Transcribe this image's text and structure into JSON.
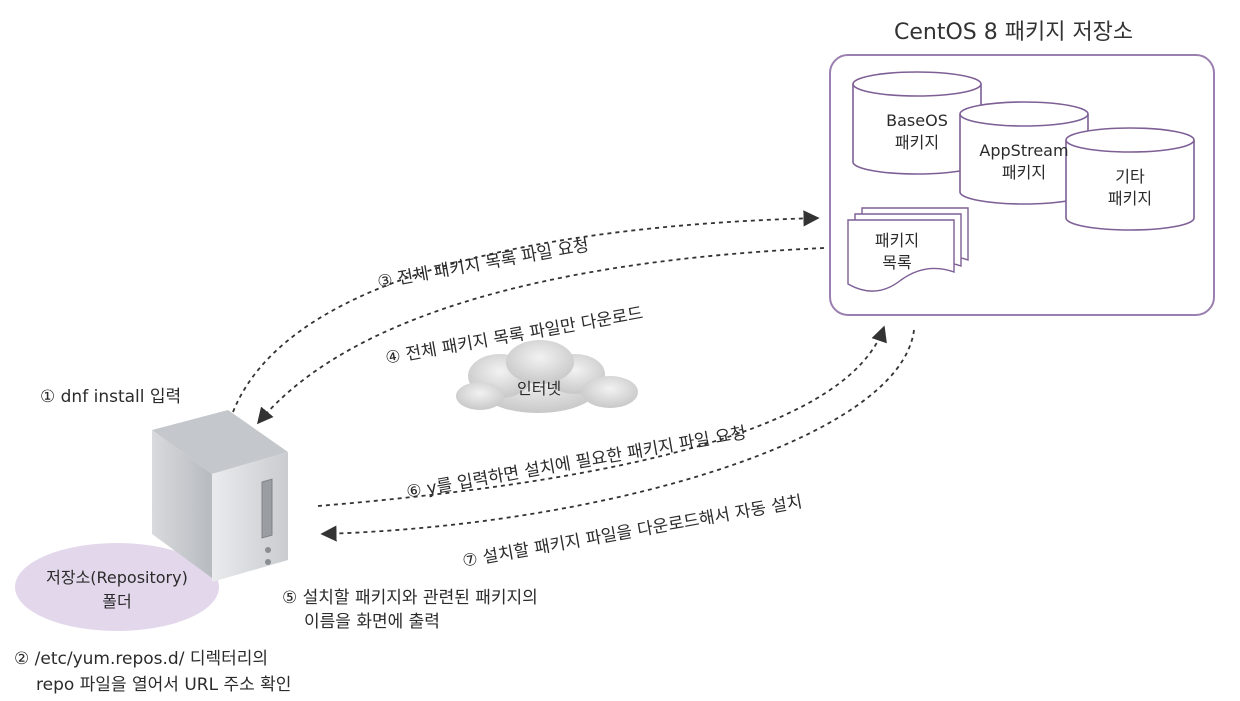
{
  "repo_title": "CentOS 8 패키지 저장소",
  "packages": {
    "baseos": [
      "BaseOS",
      "패키지"
    ],
    "appstream": [
      "AppStream",
      "패키지"
    ],
    "other": [
      "기타",
      "패키지"
    ],
    "list": [
      "패키지",
      "목록"
    ]
  },
  "internet": "인터넷",
  "steps": {
    "s1": "① dnf install 입력",
    "s2_line1": "② /etc/yum.repos.d/ 디렉터리의",
    "s2_line2": "repo 파일을 열어서 URL 주소 확인",
    "s3": "③ 전체 패키지 목록 파일 요청",
    "s4": "④ 전체 패키지 목록 파일만 다운로드",
    "s5_line1": "⑤ 설치할 패키지와 관련된 패키지의",
    "s5_line2": "이름을 화면에 출력",
    "s6": "⑥ y를 입력하면 설치에 필요한 패키지 파일 요청",
    "s7": "⑦ 설치할 패키지 파일을 다운로드해서 자동 설치"
  },
  "local_repo": [
    "저장소(Repository)",
    "폴더"
  ],
  "colors": {
    "repo_border": "#9a7fb0",
    "cylinder_stroke": "#7d5f95",
    "ellipse_fill": "#e3d7ec",
    "arrow": "#333333"
  }
}
